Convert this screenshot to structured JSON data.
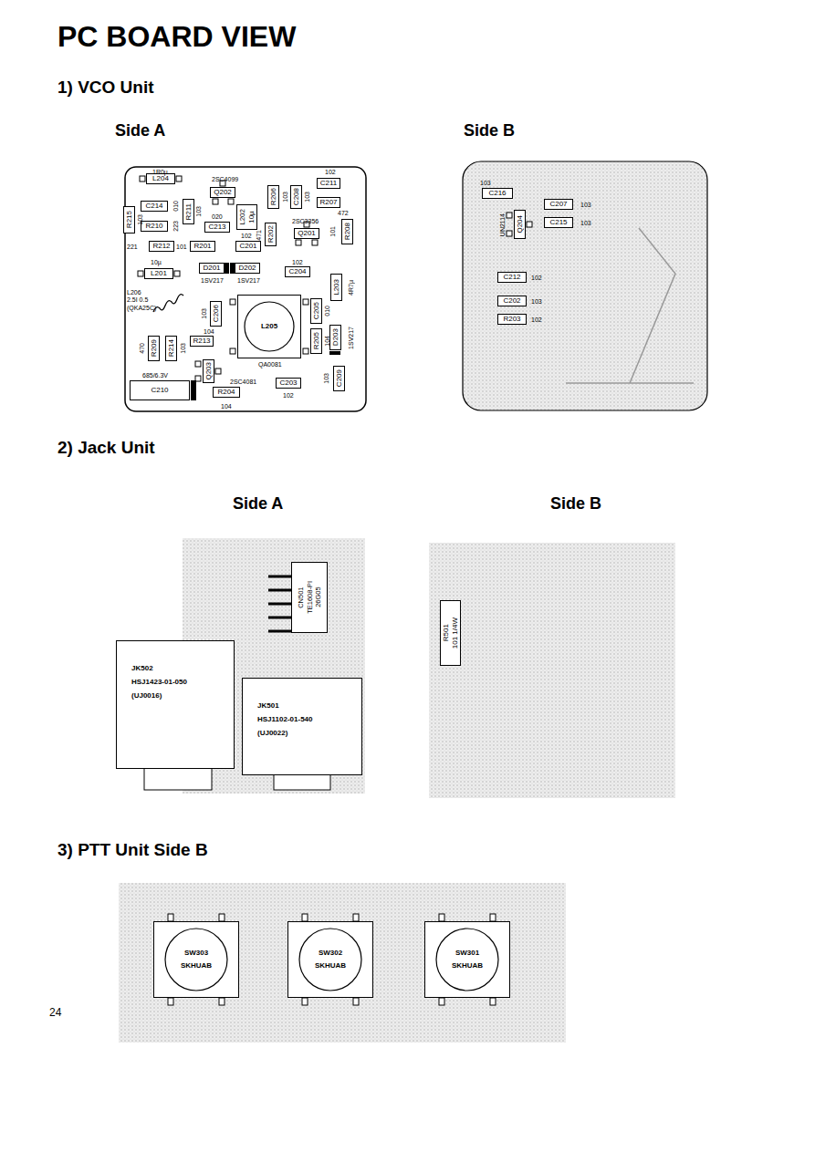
{
  "diagram": {
    "title": "PC BOARD VIEW",
    "nodes": [
      {
        "text": [
          "L204"
        ]
      },
      {
        "text": [
          "Q202"
        ]
      },
      {
        "text": [
          "C211"
        ]
      },
      {
        "text": [
          "R207"
        ]
      },
      {
        "text": [
          "R215"
        ]
      },
      {
        "text": [
          "C214"
        ]
      },
      {
        "text": [
          "R211"
        ]
      },
      {
        "text": [
          "R206"
        ]
      },
      {
        "text": [
          "C208"
        ]
      },
      {
        "text": [
          "R210"
        ]
      },
      {
        "text": [
          "C213"
        ]
      },
      {
        "text": [
          "L202",
          "10µ"
        ]
      },
      {
        "text": [
          "R202"
        ]
      },
      {
        "text": [
          "Q201"
        ]
      },
      {
        "text": [
          "R208"
        ]
      },
      {
        "text": [
          "R212"
        ]
      },
      {
        "text": [
          "R201"
        ]
      },
      {
        "text": [
          "C201"
        ]
      },
      {
        "text": [
          "L201"
        ]
      },
      {
        "text": [
          "D201"
        ]
      },
      {
        "text": [
          "D202"
        ]
      },
      {
        "text": [
          "C204"
        ]
      },
      {
        "text": [
          "L203"
        ]
      },
      {
        "text": [
          "C206"
        ]
      },
      {
        "text": [
          "L205"
        ]
      },
      {
        "text": [
          "C205"
        ]
      },
      {
        "text": [
          "R213"
        ]
      },
      {
        "text": [
          "R209"
        ]
      },
      {
        "text": [
          "R214"
        ]
      },
      {
        "text": [
          "D203"
        ]
      },
      {
        "text": [
          "R205"
        ]
      },
      {
        "text": [
          "Q203"
        ]
      },
      {
        "text": [
          "C209"
        ]
      },
      {
        "text": [
          "C210"
        ]
      },
      {
        "text": [
          "R204"
        ]
      },
      {
        "text": [
          "C203"
        ]
      },
      {
        "text": [
          "C216"
        ]
      },
      {
        "text": [
          "C207"
        ]
      },
      {
        "text": [
          "Q204"
        ]
      },
      {
        "text": [
          "C215"
        ]
      },
      {
        "text": [
          "C212"
        ]
      },
      {
        "text": [
          "C202"
        ]
      },
      {
        "text": [
          "R203"
        ]
      },
      {
        "text": [
          "CN501",
          "TE1608-PI",
          "26G05"
        ]
      },
      {
        "text": [
          "JK502",
          "HSJ1423-01-050",
          "(UJ0016)"
        ]
      },
      {
        "text": [
          "JK501",
          "HSJ1102-01-540",
          "(UJ0022)"
        ]
      },
      {
        "text": [
          "R501",
          "101 1/4W"
        ]
      },
      {
        "text": [
          "SW303",
          "SKHUAB"
        ]
      },
      {
        "text": [
          "SW302",
          "SKHUAB"
        ]
      },
      {
        "text": [
          "SW301",
          "SKHUAB"
        ]
      }
    ],
    "labels": [
      "1) VCO Unit",
      "Side A",
      "Side B",
      "1R0µ",
      "2SC4099",
      "102",
      "103",
      "010",
      "103",
      "020",
      "103",
      "103",
      "472",
      "2SC3356",
      "223",
      "102",
      "471",
      "101",
      "221",
      "101",
      "10µ",
      "1SV217",
      "1SV217",
      "102",
      "4R7µ",
      "L206",
      "2.5I 0.5",
      "(QKA25C)",
      "103",
      "104",
      "010",
      "470",
      "103",
      "QA0081",
      "104",
      "1SV217",
      "685/6.3V",
      "2SC4081",
      "103",
      "102",
      "104",
      "103",
      "UN2114",
      "103",
      "103",
      "102",
      "103",
      "102",
      "2) Jack Unit",
      "Side A",
      "Side B",
      "3) PTT Unit Side B",
      "24"
    ]
  }
}
